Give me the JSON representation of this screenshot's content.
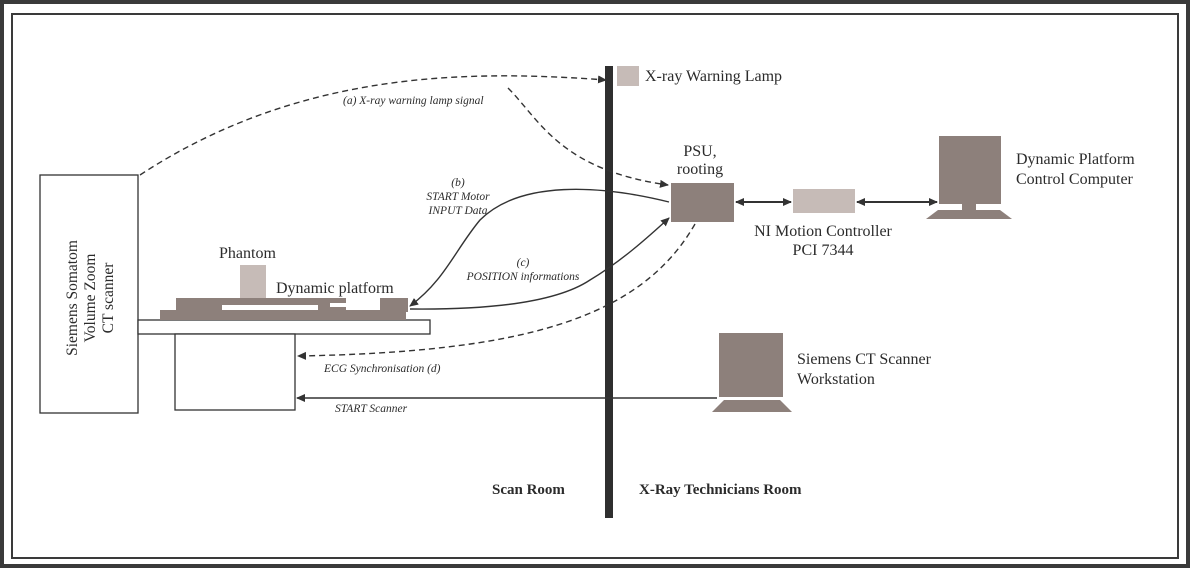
{
  "devices": {
    "ct_scanner": [
      "Siemens Somatom",
      "Volume Zoom",
      "CT scanner"
    ],
    "phantom": "Phantom",
    "dynamic_platform": "Dynamic platform",
    "warning_lamp": "X-ray Warning Lamp",
    "psu": [
      "PSU,",
      "rooting"
    ],
    "ni_controller": [
      "NI Motion Controller",
      "PCI 7344"
    ],
    "control_computer": [
      "Dynamic Platform",
      "Control Computer"
    ],
    "ct_workstation": [
      "Siemens CT Scanner",
      "Workstation"
    ]
  },
  "signals": {
    "a": "(a) X-ray warning lamp signal",
    "b": [
      "(b)",
      "START Motor",
      "INPUT Data"
    ],
    "c": [
      "(c)",
      "POSITION informations"
    ],
    "d": "ECG Synchronisation (d)",
    "start_scanner": "START Scanner"
  },
  "rooms": {
    "scan_room": "Scan Room",
    "technicians_room": "X-Ray Technicians Room"
  },
  "colors": {
    "device_fill": "#8d807b",
    "light_fill": "#c6bbb7",
    "wall": "#2f2f2f",
    "frame": "#3a3a3a"
  }
}
